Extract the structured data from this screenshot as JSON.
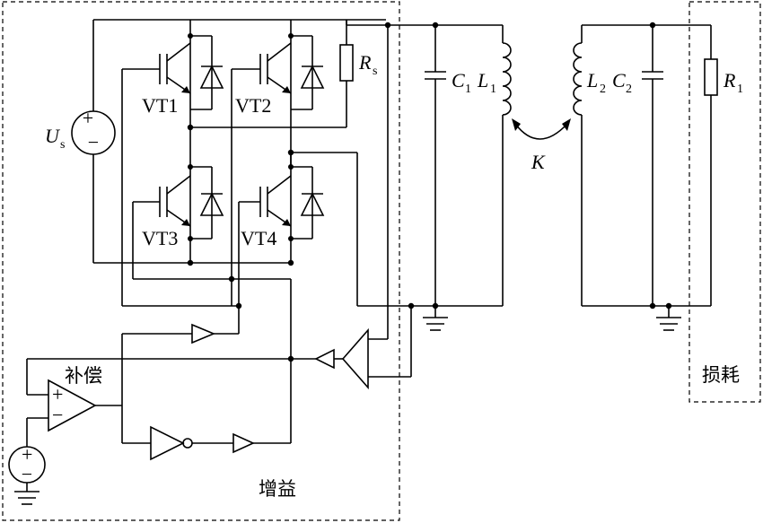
{
  "labels": {
    "us_main": "U",
    "us_sub": "s",
    "rs_main": "R",
    "rs_sub": "s",
    "c1_main": "C",
    "c1_sub": "1",
    "l1_main": "L",
    "l1_sub": "1",
    "l2_main": "L",
    "l2_sub": "2",
    "c2_main": "C",
    "c2_sub": "2",
    "r1_main": "R",
    "r1_sub": "1",
    "k": "K",
    "vt1": "VT1",
    "vt2": "VT2",
    "vt3": "VT3",
    "vt4": "VT4",
    "compensation": "补偿",
    "gain": "增益",
    "loss": "损耗",
    "plus": "+",
    "minus": "−"
  }
}
